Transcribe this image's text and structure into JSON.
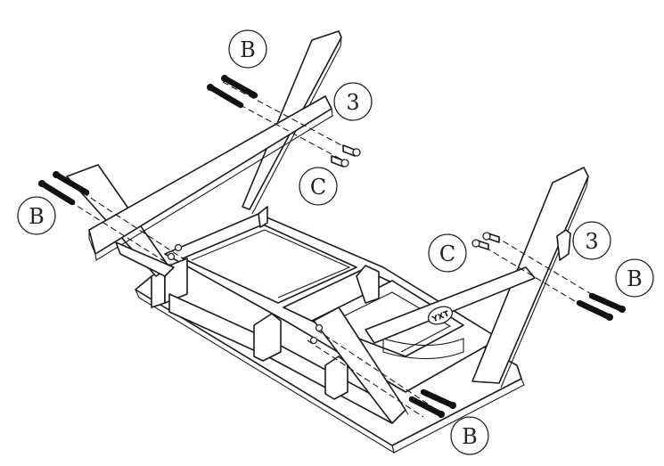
{
  "callouts": {
    "b_top": "B",
    "b_left": "B",
    "b_right": "B",
    "b_bottom": "B",
    "c_top": "C",
    "c_right": "C",
    "n3_top": "3",
    "n3_right": "3"
  },
  "logo_text": "YXT"
}
